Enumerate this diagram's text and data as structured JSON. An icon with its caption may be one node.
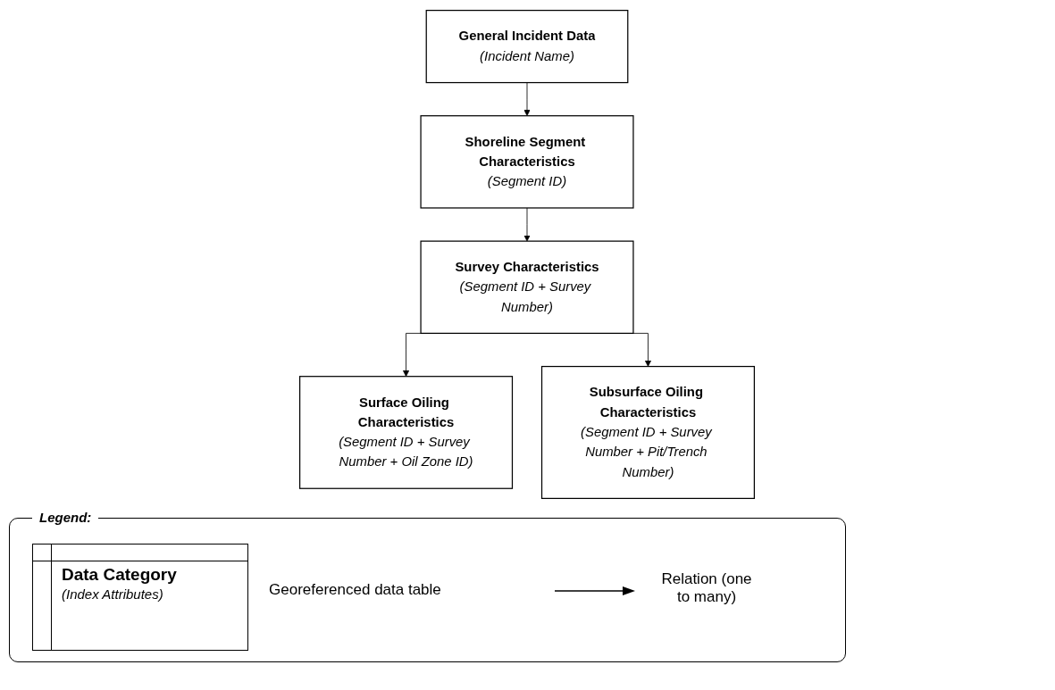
{
  "diagram": {
    "nodes": [
      {
        "text": [
          "General Incident Data",
          "(Incident Name)"
        ]
      },
      {
        "text": [
          "Shoreline Segment Characteristics",
          "(Segment ID)"
        ]
      },
      {
        "text": [
          "Survey Characteristics",
          "(Segment ID + Survey Number)"
        ]
      },
      {
        "text": [
          "Surface Oiling Characteristics",
          "(Segment ID + Survey Number + Oil Zone ID)"
        ]
      },
      {
        "text": [
          "Subsurface Oiling Characteristics",
          "(Segment ID + Survey Number + Pit/Trench Number)"
        ]
      }
    ],
    "edges": [
      {
        "from": 0,
        "to": 1,
        "arrow": "to"
      },
      {
        "from": 1,
        "to": 2,
        "arrow": "to"
      },
      {
        "from": 2,
        "to": 3,
        "arrow": "to"
      },
      {
        "from": 2,
        "to": 4,
        "arrow": "to"
      }
    ],
    "labels": [
      "Legend:",
      "Data Category",
      "(Index Attributes)"
    ],
    "legend": [
      {
        "text": "Georeferenced data table"
      },
      {
        "text": "Relation (one to many)"
      }
    ]
  }
}
